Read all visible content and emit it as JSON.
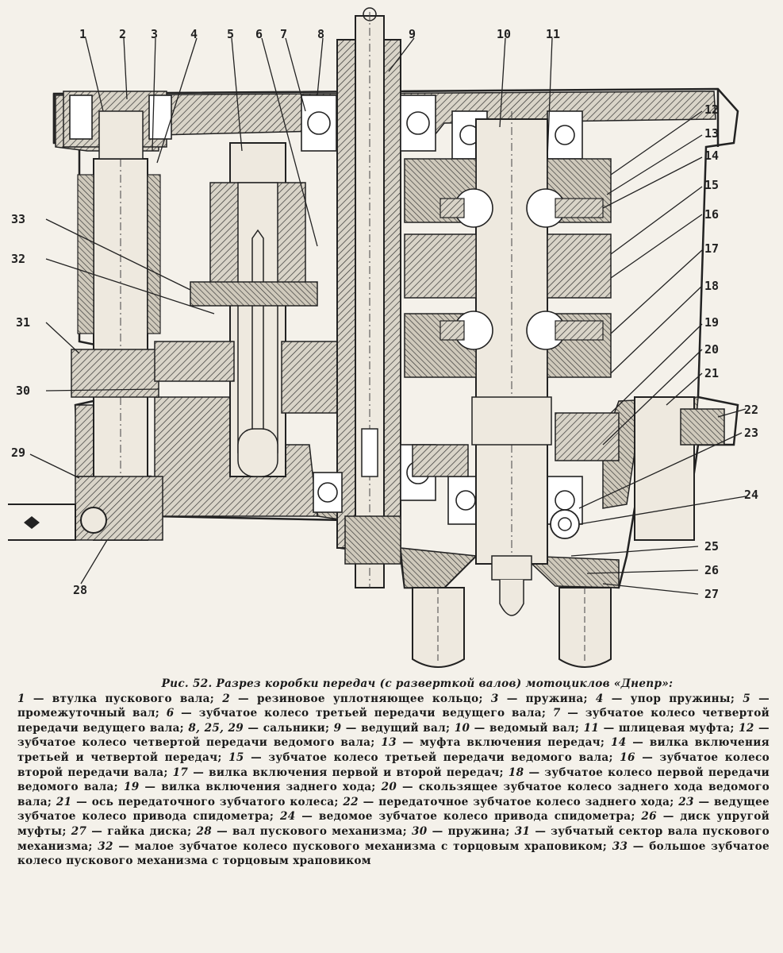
{
  "figure": {
    "callouts": [
      "1",
      "2",
      "3",
      "4",
      "5",
      "6",
      "7",
      "8",
      "9",
      "10",
      "11",
      "12",
      "13",
      "14",
      "15",
      "16",
      "17",
      "18",
      "19",
      "20",
      "21",
      "22",
      "23",
      "24",
      "25",
      "26",
      "27",
      "28",
      "29",
      "30",
      "31",
      "32",
      "33"
    ]
  },
  "caption": {
    "title": "Рис. 52. Разрез коробки передач (с разверткой валов) мотоциклов «Днепр»:",
    "legend": [
      {
        "n": "1",
        "text": "втулка пускового вала;"
      },
      {
        "n": "2",
        "text": "резиновое уплотняющее кольцо;"
      },
      {
        "n": "3",
        "text": "пружина;"
      },
      {
        "n": "4",
        "text": "упор пружины;"
      },
      {
        "n": "5",
        "text": "промежуточный вал;"
      },
      {
        "n": "6",
        "text": "зубчатое колесо третьей передачи ведущего вала;"
      },
      {
        "n": "7",
        "text": "зубчатое колесо четвертой передачи ведущего вала;"
      },
      {
        "n": "8, 25, 29",
        "text": "сальники;"
      },
      {
        "n": "9",
        "text": "ведущий вал;"
      },
      {
        "n": "10",
        "text": "ведомый вал;"
      },
      {
        "n": "11",
        "text": "шлицевая муфта;"
      },
      {
        "n": "12",
        "text": "зубчатое колесо четвертой передачи ведомого вала;"
      },
      {
        "n": "13",
        "text": "муфта включения передач;"
      },
      {
        "n": "14",
        "text": "вилка включения третьей и четвертой передач;"
      },
      {
        "n": "15",
        "text": "зубчатое колесо третьей передачи ведомого вала;"
      },
      {
        "n": "16",
        "text": "зубчатое колесо второй передачи вала;"
      },
      {
        "n": "17",
        "text": "вилка включения первой и второй передач;"
      },
      {
        "n": "18",
        "text": "зубчатое колесо первой передачи ведомого вала;"
      },
      {
        "n": "19",
        "text": "вилка включения заднего хода;"
      },
      {
        "n": "20",
        "text": "скользящее зубчатое колесо заднего хода ведомого вала;"
      },
      {
        "n": "21",
        "text": "ось передаточного зубчатого колеса;"
      },
      {
        "n": "22",
        "text": "передаточное зубчатое колесо заднего хода;"
      },
      {
        "n": "23",
        "text": "ведущее зубчатое колесо привода спидометра;"
      },
      {
        "n": "24",
        "text": "ведомое зубчатое колесо привода спидометра;"
      },
      {
        "n": "26",
        "text": "диск упругой муфты;"
      },
      {
        "n": "27",
        "text": "гайка диска;"
      },
      {
        "n": "28",
        "text": "вал пускового механизма;"
      },
      {
        "n": "30",
        "text": "пружина;"
      },
      {
        "n": "31",
        "text": "зубчатый сектор вала пускового механизма;"
      },
      {
        "n": "32",
        "text": "малое зубчатое колесо пускового механизма с торцовым храповиком;"
      },
      {
        "n": "33",
        "text": "большое зубчатое колесо пускового механизма с торцовым храповиком"
      }
    ]
  }
}
